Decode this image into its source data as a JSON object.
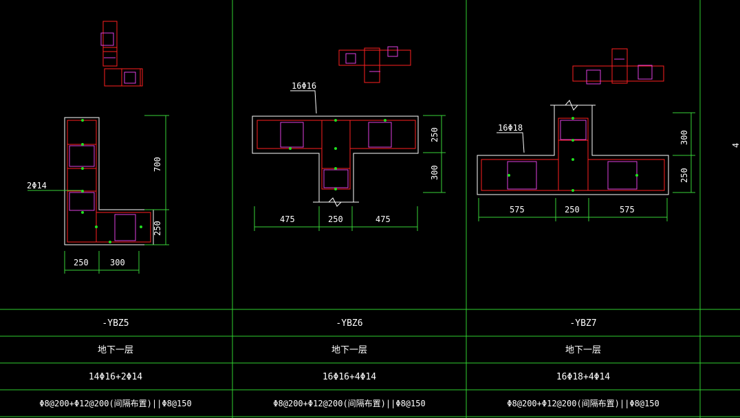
{
  "colors": {
    "background": "#000000",
    "grid": "#2fd12f",
    "concrete": "#ffffff",
    "rebar": "#ff2020",
    "stirrup": "#e040e0",
    "dimension": "#39d439",
    "bar_dot": "#20e020",
    "text": "#ffffff"
  },
  "columns": [
    {
      "name": "-YBZ5",
      "floor": "地下一层",
      "longitudinal": "14Φ16+2Φ14",
      "stirrups": "Φ8@200+Φ12@200(间隔布置)||Φ8@150",
      "callout": "2Φ14",
      "dims_horizontal": [
        "250",
        "300"
      ],
      "dims_vertical": [
        "700",
        "250"
      ]
    },
    {
      "name": "-YBZ6",
      "floor": "地下一层",
      "longitudinal": "16Φ16+4Φ14",
      "stirrups": "Φ8@200+Φ12@200(间隔布置)||Φ8@150",
      "callout": "16Φ16",
      "dims_horizontal": [
        "475",
        "250",
        "475"
      ],
      "dims_vertical": [
        "250",
        "300"
      ]
    },
    {
      "name": "-YBZ7",
      "floor": "地下一层",
      "longitudinal": "16Φ18+4Φ14",
      "stirrups": "Φ8@200+Φ12@200(间隔布置)||Φ8@150",
      "callout": "16Φ18",
      "dims_horizontal": [
        "575",
        "250",
        "575"
      ],
      "dims_vertical": [
        "300",
        "250"
      ]
    }
  ],
  "edge_fragment": "4"
}
